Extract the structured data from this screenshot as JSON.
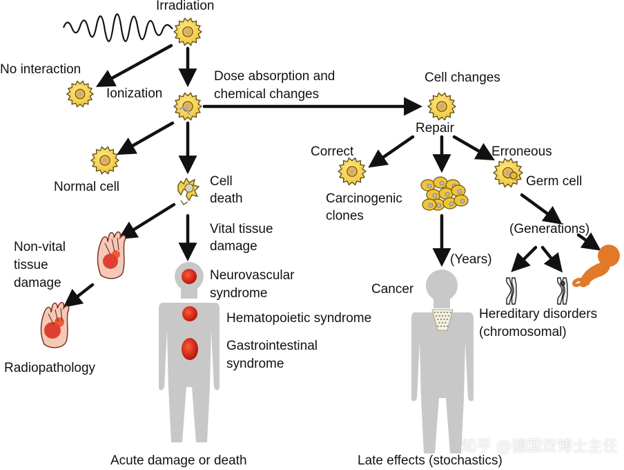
{
  "labels": {
    "irradiation": "Irradiation",
    "no_interaction": "No interaction",
    "ionization": "Ionization",
    "dose_absorption_1": "Dose absorption and",
    "dose_absorption_2": "chemical changes",
    "cell_changes": "Cell changes",
    "repair": "Repair",
    "correct": "Correct",
    "erroneous": "Erroneous",
    "germ_cell": "Germ cell",
    "normal_cell": "Normal cell",
    "cell_death_1": "Cell",
    "cell_death_2": "death",
    "carcinogenic_1": "Carcinogenic",
    "carcinogenic_2": "clones",
    "generations": "(Generations)",
    "vital_tissue_1": "Vital tissue",
    "vital_tissue_2": "damage",
    "non_vital_1": "Non-vital",
    "non_vital_2": "tissue",
    "non_vital_3": "damage",
    "years": "(Years)",
    "neurovascular_1": "Neurovascular",
    "neurovascular_2": "syndrome",
    "cancer": "Cancer",
    "hematopoietic": "Hematopoietic syndrome",
    "hereditary_1": "Hereditary disorders",
    "hereditary_2": "(chromosomal)",
    "gastro_1": "Gastrointestinal",
    "gastro_2": "syndrome",
    "radiopathology": "Radiopathology",
    "acute": "Acute damage or death",
    "late": "Late effects (stochastics)"
  },
  "watermark": "知乎 @德国双博士主任",
  "colors": {
    "cell_fill": "#f3d04a",
    "cell_stroke": "#5a4a10",
    "nucleus": "#d9a92c",
    "body": "#c8c8c8",
    "lesion": "#d42a1a",
    "fetus": "#e07a2a",
    "arrow": "#111111"
  }
}
